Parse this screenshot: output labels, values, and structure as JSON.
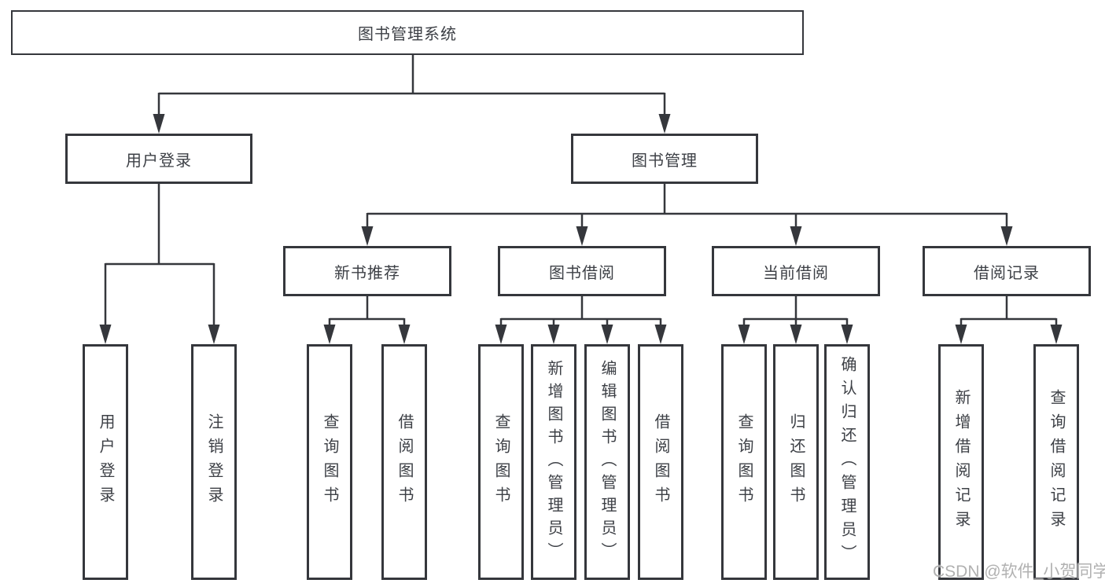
{
  "title": "图书管理系统",
  "watermark": "CSDN @软件_小贺同学",
  "colors": {
    "line": "#35373c",
    "box_border": "#35373c",
    "text": "#3d4046",
    "watermark": "#ababab",
    "background": "#ffffff"
  },
  "nodes": {
    "root": "图书管理系统",
    "user_login": "用户登录",
    "book_mgmt": "图书管理",
    "new_book_rec": "新书推荐",
    "book_borrow": "图书借阅",
    "current_borrow": "当前借阅",
    "borrow_record": "借阅记录",
    "leaf_user_login": "用户登录",
    "leaf_logout": "注销登录",
    "leaf_query_book_1": "查询图书",
    "leaf_borrow_book_1": "借阅图书",
    "leaf_query_book_2": "查询图书",
    "leaf_add_book": "新增图书（管理员）",
    "leaf_edit_book": "编辑图书（管理员）",
    "leaf_borrow_book_2": "借阅图书",
    "leaf_query_book_3": "查询图书",
    "leaf_return_book": "归还图书",
    "leaf_confirm_return": "确认归还（管理员）",
    "leaf_add_record": "新增借阅记录",
    "leaf_query_record": "查询借阅记录"
  }
}
